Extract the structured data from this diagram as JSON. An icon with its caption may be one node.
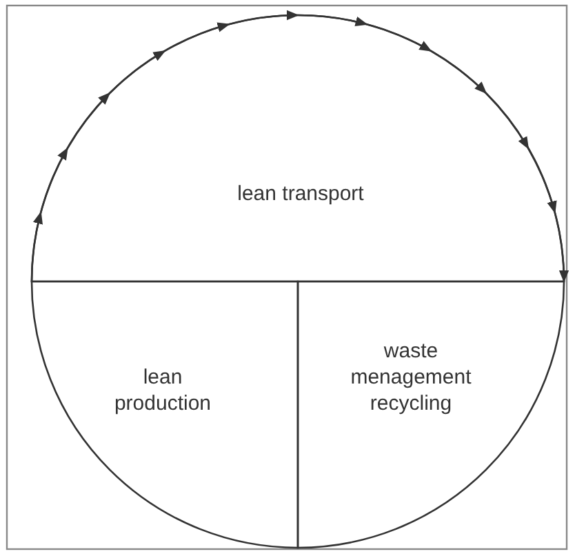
{
  "diagram": {
    "nodes": [
      {
        "text": [
          "lean transport"
        ]
      },
      {
        "text": [
          "lean production"
        ]
      },
      {
        "text": [
          "waste menagement recycling"
        ]
      }
    ],
    "edges": [
      {
        "from": 1,
        "to": 2,
        "arrow": "to"
      }
    ]
  }
}
